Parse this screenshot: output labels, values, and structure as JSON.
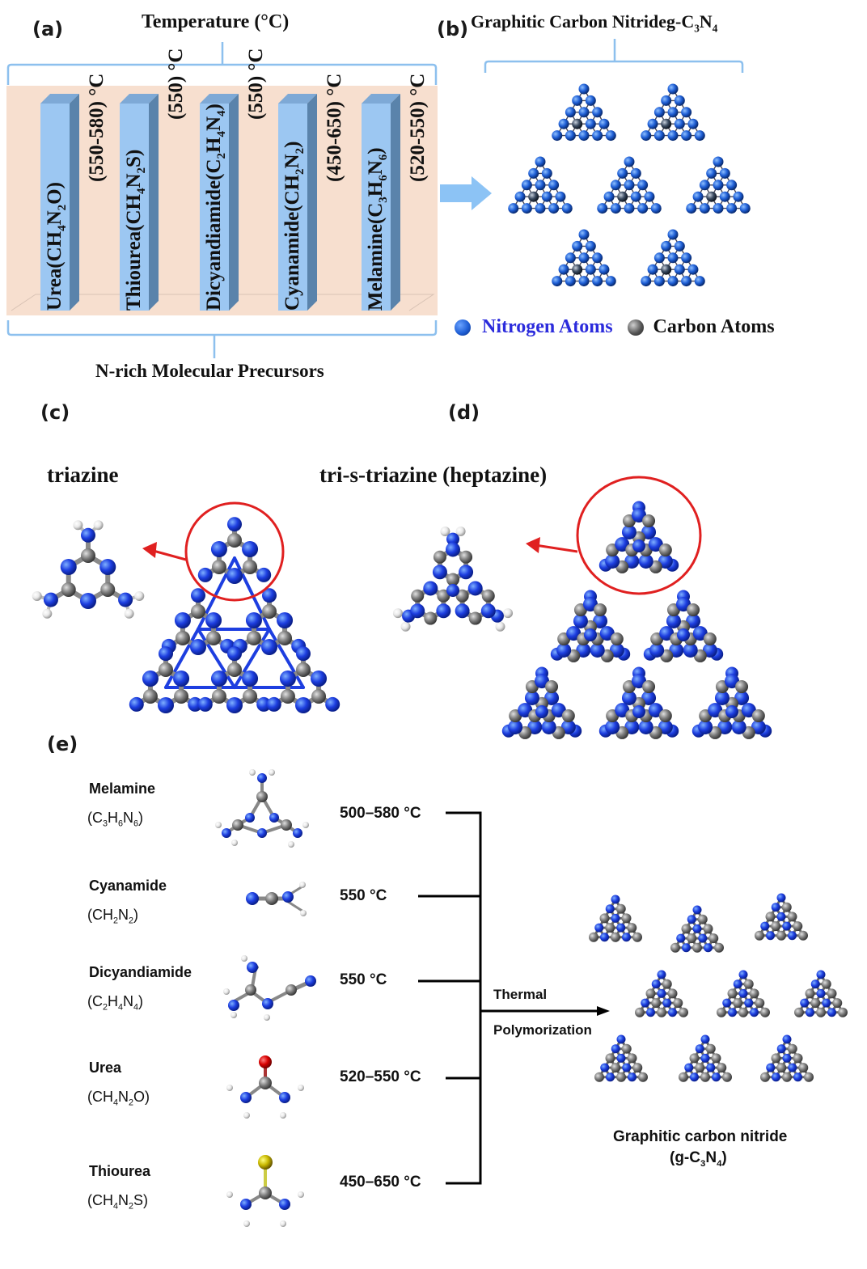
{
  "panels": {
    "a": {
      "label": "(a)",
      "top_title": "Temperature (°C)",
      "bottom_title": "N-rich Molecular Precursors",
      "precursors": [
        {
          "name": "Urea",
          "formula_html": "(CH<sub>4</sub>N<sub>2</sub>O)",
          "temp": "(550-580) °C"
        },
        {
          "name": "Thiourea",
          "formula_html": "(CH<sub>4</sub>N<sub>2</sub>S)",
          "temp": "(550) °C"
        },
        {
          "name": "Dicyandiamide",
          "formula_html": "(C<sub>2</sub>H<sub>4</sub>N<sub>4</sub>)",
          "temp": "(550) °C"
        },
        {
          "name": "Cyanamide",
          "formula_html": "(CH<sub>2</sub>N<sub>2</sub>)",
          "temp": "(450-650) °C"
        },
        {
          "name": "Melamine",
          "formula_html": "(C<sub>3</sub>H<sub>6</sub>N<sub>6</sub>)",
          "temp": "(520-550) °C"
        }
      ]
    },
    "b": {
      "label": "(b)",
      "title_html": "Graphitic Carbon Nitrideg-C<sub>3</sub>N<sub>4</sub>",
      "legend": [
        {
          "label": "Nitrogen Atoms",
          "color": "#1f5fd6"
        },
        {
          "label": "Carbon Atoms",
          "color": "#555555"
        }
      ]
    },
    "c": {
      "label": "(c)",
      "title": "triazine"
    },
    "d": {
      "label": "(d)",
      "title": "tri-s-triazine (heptazine)"
    },
    "e": {
      "label": "(e)",
      "precursors": [
        {
          "name": "Melamine",
          "formula_html": "(C<sub>3</sub>H<sub>6</sub>N<sub>6</sub>)",
          "temp": "500–580 °C"
        },
        {
          "name": "Cyanamide",
          "formula_html": "(CH<sub>2</sub>N<sub>2</sub>)",
          "temp": "550 °C"
        },
        {
          "name": "Dicyandiamide",
          "formula_html": "(C<sub>2</sub>H<sub>4</sub>N<sub>4</sub>)",
          "temp": "550 °C"
        },
        {
          "name": "Urea",
          "formula_html": "(CH<sub>4</sub>N<sub>2</sub>O)",
          "temp": "520–550 °C"
        },
        {
          "name": "Thiourea",
          "formula_html": "(CH<sub>4</sub>N<sub>2</sub>S)",
          "temp": "450–650 °C"
        }
      ],
      "process_line1": "Thermal",
      "process_line2": "Polymorization",
      "product_name": "Graphitic carbon nitride",
      "product_formula_html": "(g-C<sub>3</sub>N<sub>4</sub>)"
    }
  },
  "colors": {
    "nitrogen": "#1d3ee0",
    "carbon": "#7d7d7d",
    "hydrogen": "#f2f2f2",
    "oxygen": "#d80000",
    "sulfur": "#c9b800",
    "highlight": "#e02020",
    "bracket": "#8dc0ee",
    "panel_a_bg": "#f7dfcf"
  }
}
